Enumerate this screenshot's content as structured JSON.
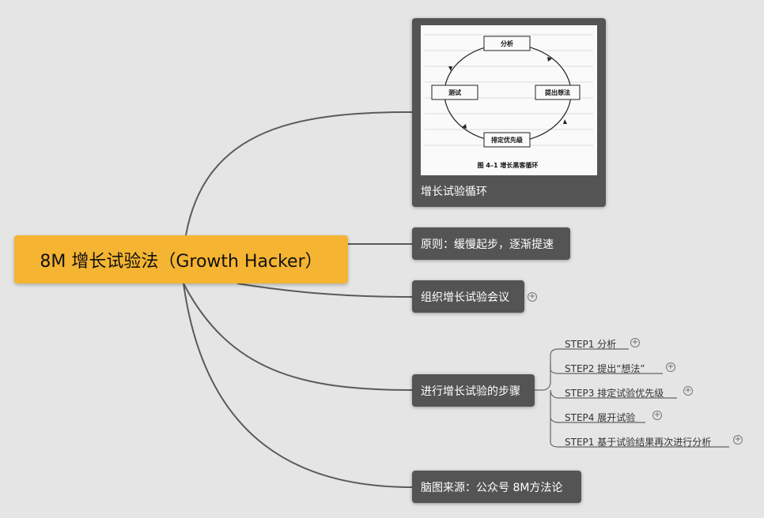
{
  "root": {
    "label": "8M 增长试验法（Growth Hacker）"
  },
  "image_node": {
    "caption": "增长试验循环",
    "figure": {
      "cycle": [
        "分析",
        "提出想法",
        "排定优先级",
        "测试"
      ],
      "caption": "图 4–1   增长黑客循环"
    }
  },
  "branches": {
    "principle": "原则：缓慢起步，逐渐提速",
    "meeting": "组织增长试验会议",
    "steps": "进行增长试验的步骤",
    "source": "脑图来源：公众号 8M方法论"
  },
  "steps": [
    "STEP1 分析",
    "STEP2 提出“想法”",
    "STEP3 排定试验优先级",
    "STEP4 展开试验",
    "STEP1 基于试验结果再次进行分析"
  ],
  "colors": {
    "background": "#e5e5e5",
    "root_fill": "#f5b431",
    "node_fill": "#545454",
    "connector": "#555555"
  }
}
